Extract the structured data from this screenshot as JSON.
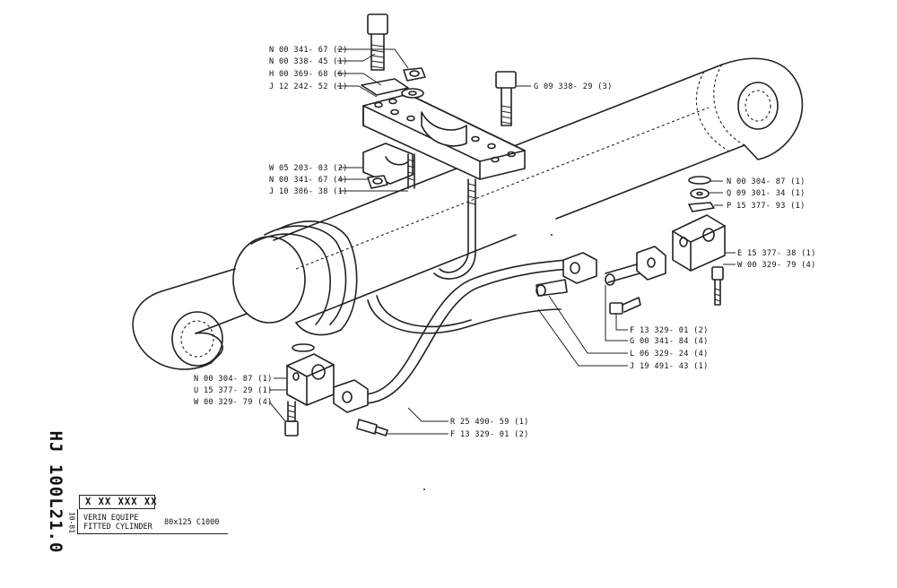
{
  "document": {
    "code": "HJ 100L21.0",
    "date": "10-81",
    "reference": "X XX XXX XX",
    "title_fr": "VERIN EQUIPE",
    "title_en": "FITTED CYLINDER",
    "spec": "80x125  C1000"
  },
  "callouts": [
    "N 00 341- 67 (2)",
    "N 00 338- 45 (1)",
    "H 00 369- 68 (6)",
    "J 12 242- 52 (1)",
    "G 09 338- 29 (3)",
    "W 05 203- 03 (2)",
    "N 00 341- 67 (4)",
    "J 10 306- 38 (1)",
    "N 00 304- 87 (1)",
    "Q 09 301- 34 (1)",
    "P 15 377- 93 (1)",
    "E 15 377- 38 (1)",
    "W 00 329- 79 (4)",
    "F 13 329- 01 (2)",
    "G 00 341- 84 (4)",
    "L 06 329- 24 (4)",
    "J 19 491- 43 (1)",
    "N 00 304- 87 (1)",
    "U 15 377- 29 (1)",
    "W 00 329- 79 (4)",
    "R 25 490- 59 (1)",
    "F 13 329- 01 (2)"
  ]
}
